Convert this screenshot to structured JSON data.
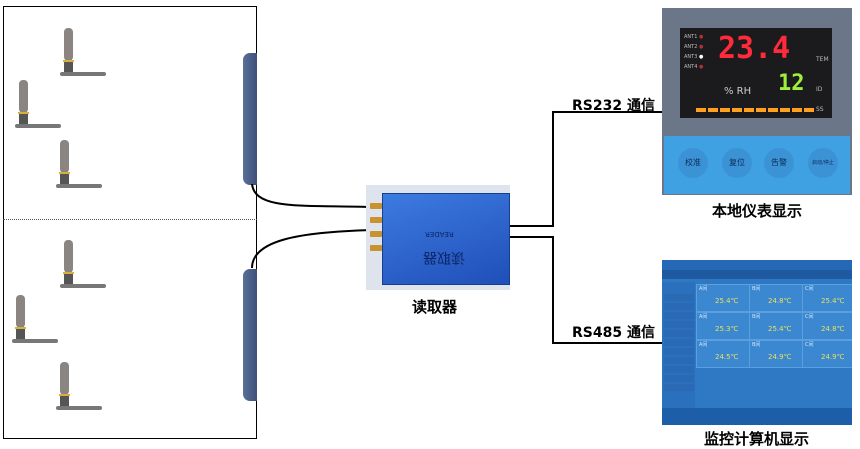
{
  "labels": {
    "reader": "读取器",
    "rs232": "RS232 通信",
    "rs485": "RS485 通信",
    "meter": "本地仪表显示",
    "computer": "监控计算机显示"
  },
  "reader": {
    "brand_cn": "读取器",
    "brand_en": "READER"
  },
  "meter": {
    "temperature": "23.4",
    "id": "12",
    "humidity_unit": "% RH",
    "tem": "TEM",
    "id_label": "ID",
    "ss": "SS",
    "ants": [
      "ANT1",
      "ANT2",
      "ANT3",
      "ANT4"
    ],
    "keys": [
      "校准",
      "复位",
      "告警",
      "启动/停止"
    ],
    "signal_bars": 10
  },
  "computer": {
    "cards": [
      {
        "name": "A间",
        "value": "25.4℃"
      },
      {
        "name": "B间",
        "value": "24.8℃"
      },
      {
        "name": "C间",
        "value": "25.4℃"
      },
      {
        "name": "A间",
        "value": "25.3℃"
      },
      {
        "name": "B间",
        "value": "25.4℃"
      },
      {
        "name": "C间",
        "value": "24.8℃"
      },
      {
        "name": "A间",
        "value": "24.5℃"
      },
      {
        "name": "B间",
        "value": "24.9℃"
      },
      {
        "name": "C间",
        "value": "24.9℃"
      }
    ]
  },
  "colors": {
    "red_digits": "#ff2a3a",
    "green_digits": "#9ef03a",
    "reader_blue": "#2a62cc",
    "panel_blue": "#4a6088"
  }
}
